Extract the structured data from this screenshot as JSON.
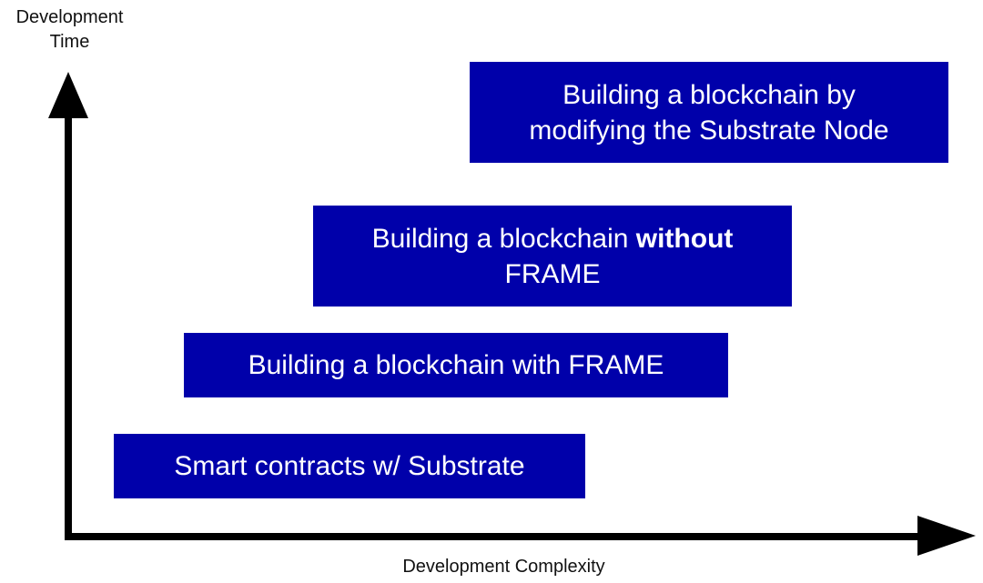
{
  "axes": {
    "y_label_line1": "Development",
    "y_label_line2": "Time",
    "x_label": "Development Complexity"
  },
  "levels": [
    {
      "text": "Smart contracts w/ Substrate"
    },
    {
      "text": "Building a blockchain with FRAME"
    },
    {
      "line1_prefix": "Building a blockchain ",
      "line1_bold": "without",
      "line2": "FRAME"
    },
    {
      "line1": "Building a blockchain by",
      "line2": "modifying the Substrate Node"
    }
  ],
  "colors": {
    "box_fill": "#0000aa",
    "box_text": "#ffffff",
    "axis": "#000000"
  }
}
